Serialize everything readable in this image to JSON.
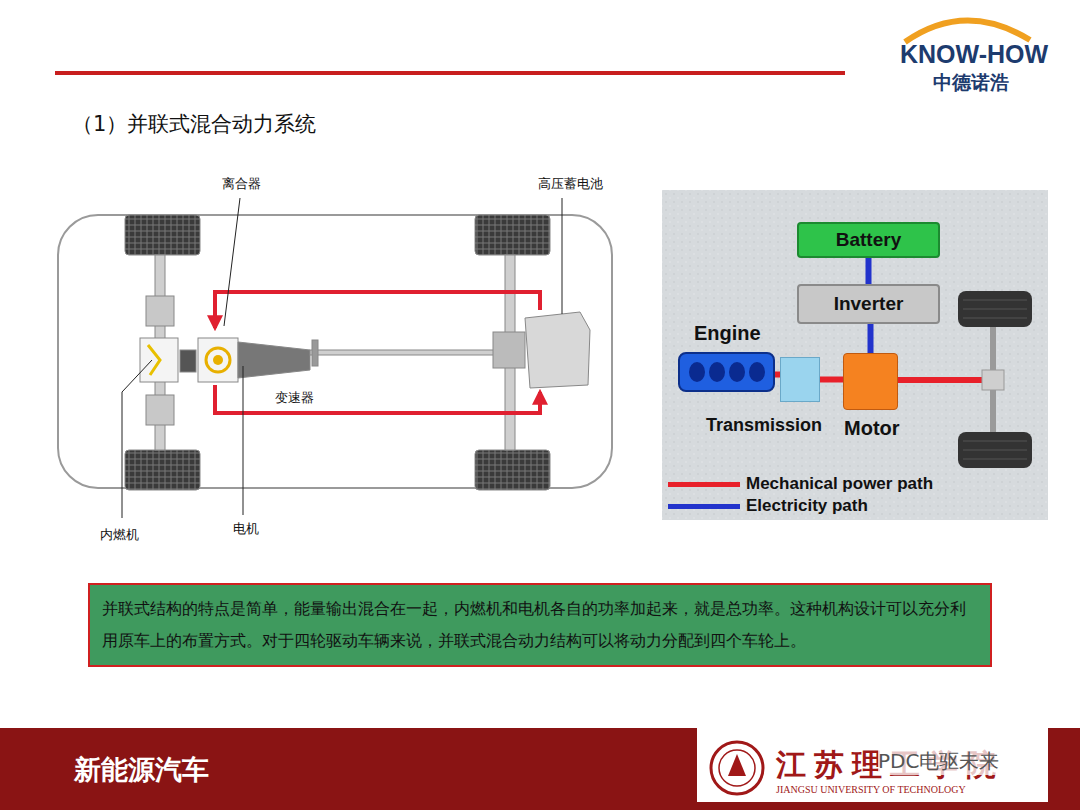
{
  "diagram": {
    "title": "（1）并联式混合动力系统",
    "nodes": [
      {
        "text": [
          "Battery"
        ]
      },
      {
        "text": [
          "Inverter"
        ]
      },
      {
        "text": [
          "Engine"
        ]
      },
      {
        "text": [
          "Transmission"
        ]
      },
      {
        "text": [
          "Motor"
        ]
      },
      {
        "text": [
          "并联式结构的特点是简单，能量输出混合在一起，内燃机和电机各自的功率加起来，就是总功率。这种机构设计可以充分利用原车上的布置方式。对于四轮驱动车辆来说，并联式混合动力结构可以将动力分配到四个车轮上。"
        ]
      }
    ],
    "edges": [
      {
        "from": 0,
        "to": 1,
        "arrow": "none"
      },
      {
        "from": 1,
        "to": 4,
        "arrow": "none"
      },
      {
        "from": 2,
        "to": 3,
        "arrow": "none"
      },
      {
        "from": 3,
        "to": 4,
        "arrow": "none"
      }
    ],
    "labels": [
      "KNOW-HOW",
      "中德诺浩",
      "离合器",
      "高压蓄电池",
      "变速器",
      "内燃机",
      "电机",
      "新能源汽车",
      "江苏理工学院",
      "JIANGSU UNIVERSITY OF TECHNOLOGY",
      "PDC电驱未来"
    ],
    "legend": [
      {
        "text": "Mechanical power path",
        "color": "#e8202a"
      },
      {
        "text": "Electricity path",
        "color": "#2233cc"
      }
    ]
  }
}
